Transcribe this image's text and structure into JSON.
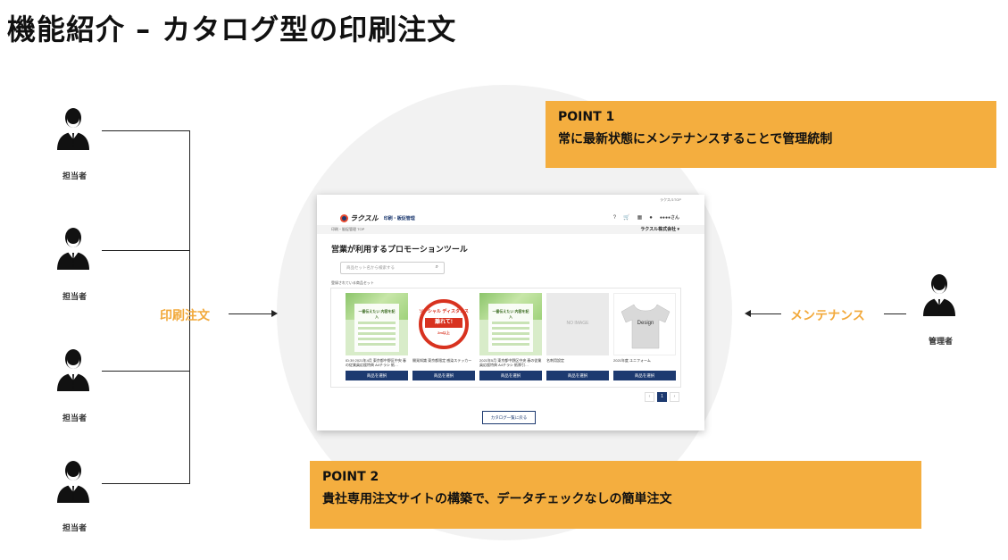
{
  "page": {
    "title": "機能紹介 – カタログ型の印刷注文"
  },
  "people": {
    "staff_label": "担当者",
    "admin_label": "管理者"
  },
  "flow": {
    "order_label": "印刷注文",
    "maintenance_label": "メンテナンス"
  },
  "point1": {
    "heading": "POINT 1",
    "text": "常に最新状態にメンテナンスすることで管理統制"
  },
  "point2": {
    "heading": "POINT 2",
    "text": "貴社専用注文サイトの構築で、データチェックなしの簡単注文"
  },
  "screen": {
    "top_link": "ラクスルTOP",
    "logo_text": "ラクスル",
    "logo_sub": "印刷・販促管理",
    "icons": [
      "help-icon",
      "cart-icon",
      "grid-icon",
      "user-icon"
    ],
    "user_name": "●●●●さん",
    "breadcrumb": "印刷・販促管理 TOP",
    "company": "ラクスル株式会社 ▾",
    "page_title": "営業が利用するプロモーションツール",
    "search_placeholder": "商品セット名から検索する",
    "section_label": "登録されている商品セット",
    "products": [
      {
        "name": "ID:39 2021年4月 東京都中野区中央 春の従業員応援特典 A4チラシ 紙…",
        "button": "商品を選択",
        "thumb": "green",
        "thumb_text": "一番伝えたい 内容を記入"
      },
      {
        "name": "開発知識 東京都限定 感染ステッカー",
        "button": "商品を選択",
        "thumb": "red",
        "thumb_text1": "ソーシャル ディスタンス",
        "thumb_text2": "離れて!",
        "thumb_text3": "2m以上"
      },
      {
        "name": "2021年5月 東京都中野区中央 春の従業員応援特典 A4チラシ 紙厚引…",
        "button": "商品を選択",
        "thumb": "green",
        "thumb_text": "一番伝えたい 内容を記入"
      },
      {
        "name": "名刺用設定",
        "button": "商品を選択",
        "thumb": "noimage",
        "thumb_text": "NO IMAGE"
      },
      {
        "name": "2021年度 ユニフォーム",
        "button": "商品を選択",
        "thumb": "shirt",
        "thumb_text": "Design"
      }
    ],
    "pager": {
      "prev": "‹",
      "current": "1",
      "next": "›"
    },
    "back_button": "カタログ一覧に戻る"
  },
  "colors": {
    "accent": "#f4ae3f",
    "navy": "#1d3a70",
    "red": "#d8321f"
  }
}
